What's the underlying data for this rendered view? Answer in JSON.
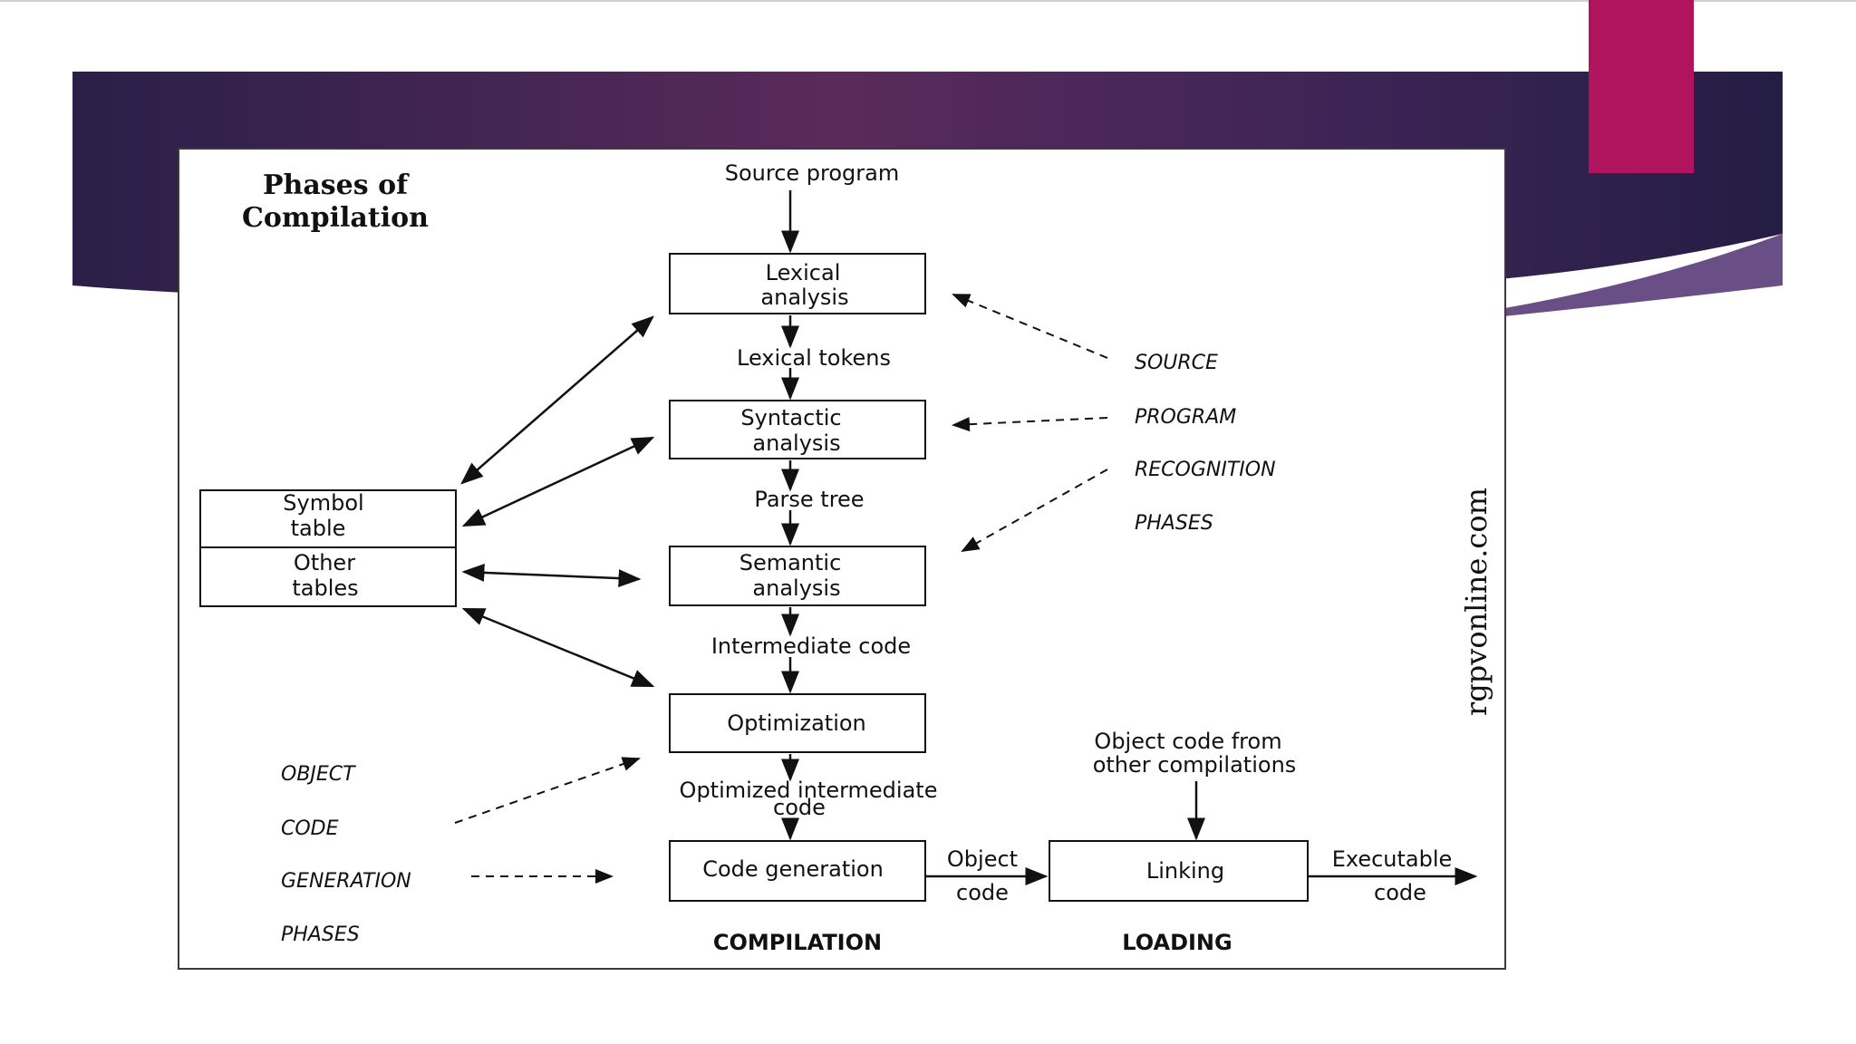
{
  "slide": {
    "colors": {
      "banner_dark": "#2a1d4a",
      "banner_mid": "#5a2a5c",
      "accent_tab": "#b0145e",
      "lower_band": "#6a4f86"
    }
  },
  "diagram": {
    "title_line1": "Phases of",
    "title_line2": "Compilation",
    "source_program": "Source program",
    "lexical_line1": "Lexical",
    "lexical_line2": "analysis",
    "lexical_tokens": "Lexical tokens",
    "syntactic_line1": "Syntactic",
    "syntactic_line2": "analysis",
    "parse_tree": "Parse tree",
    "semantic_line1": "Semantic",
    "semantic_line2": "analysis",
    "intermediate_code": "Intermediate code",
    "optimization": "Optimization",
    "optimized_line1": "Optimized  intermediate",
    "optimized_line2": "code",
    "code_generation": "Code generation",
    "object_code_line1": "Object",
    "object_code_line2": "code",
    "linking": "Linking",
    "executable_line1": "Executable",
    "executable_line2": "code",
    "object_from_line1": "Object code from",
    "object_from_line2": "other compilations",
    "symbol_line1": "Symbol",
    "symbol_line2": "table",
    "other_line1": "Other",
    "other_line2": "tables",
    "source_group": [
      "SOURCE",
      "PROGRAM",
      "RECOGNITION",
      "PHASES"
    ],
    "object_group": [
      "OBJECT",
      "CODE",
      "GENERATION",
      "PHASES"
    ],
    "compilation_label": "COMPILATION",
    "loading_label": "LOADING",
    "watermark": "rgpvonline.com"
  }
}
